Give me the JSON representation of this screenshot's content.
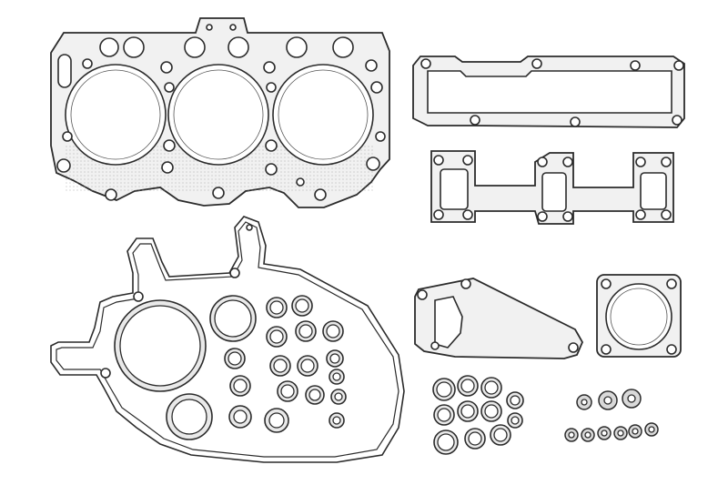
{
  "image": {
    "background_color": "#ffffff",
    "line_color": "#2b2b2b",
    "gasket_fill": "#f1f1f1",
    "parts": [
      "cylinder-head-gasket",
      "valve-cover-gasket",
      "intake-manifold-gasket",
      "oil-pan-gasket",
      "water-pump-plate-gasket",
      "exhaust-flange-gasket",
      "large-o-rings",
      "valve-stem-seals",
      "small-seals",
      "copper-washers"
    ]
  }
}
